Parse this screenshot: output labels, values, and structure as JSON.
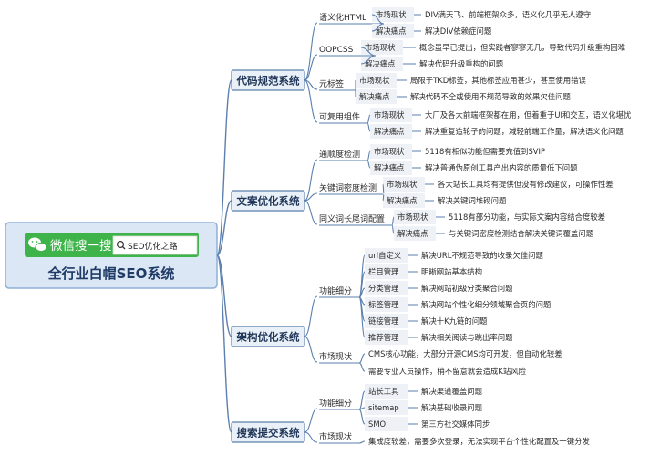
{
  "colors": {
    "branch_stroke": "#5b7fae",
    "node_fill": "#e9f0f8",
    "node_stroke": "#5b7fae",
    "leaf_fill": "#eef2f7",
    "wechat_green": "#3db34a",
    "root_fill": "#dbe7f5",
    "root_stroke": "#8fb0d6"
  },
  "root": {
    "wechat_label": "微信搜一搜",
    "search_text": "SEO优化之路",
    "title": "全行业白帽SEO系统",
    "wechat_icon": "wechat-icon",
    "search_icon": "search-icon"
  },
  "branches": [
    {
      "label": "代码规范系统",
      "subs": [
        {
          "label": "语义化HTML",
          "rows": [
            [
              "市场现状",
              "DIV满天飞、前端框架众多，语义化几乎无人遵守"
            ],
            [
              "解决痛点",
              "解决DIV依赖症问题"
            ]
          ]
        },
        {
          "label": "OOPCSS",
          "rows": [
            [
              "市场现状",
              "概念虽早已提出，但实践者寥寥无几，导致代码升级重构困难"
            ],
            [
              "解决痛点",
              "解决代码升级重构的问题"
            ]
          ]
        },
        {
          "label": "元标签",
          "rows": [
            [
              "市场现状",
              "局限于TKD标签，其他标签应用甚少，甚至使用错误"
            ],
            [
              "解决痛点",
              "解决代码不全或使用不规范导致的效果欠佳问题"
            ]
          ]
        },
        {
          "label": "可复用组件",
          "rows": [
            [
              "市场现状",
              "大厂及各大前端框架都在用，但着重于UI和交互，语义化堪忧"
            ],
            [
              "解决痛点",
              "解决重复造轮子的问题，减轻前端工作量，解决语义化问题"
            ]
          ]
        }
      ]
    },
    {
      "label": "文案优化系统",
      "subs": [
        {
          "label": "通顺度检测",
          "rows": [
            [
              "市场现状",
              "5118有相似功能但需要充值到SVIP"
            ],
            [
              "解决痛点",
              "解决普通伪原创工具产出内容的质量低下问题"
            ]
          ]
        },
        {
          "label": "关键词密度检测",
          "rows": [
            [
              "市场现状",
              "各大站长工具均有提供但没有修改建议，可操作性差"
            ],
            [
              "解决痛点",
              "解决关键词堆砌问题"
            ]
          ]
        },
        {
          "label": "同义词长尾词配置",
          "rows": [
            [
              "市场现状",
              "5118有部分功能，与实际文案内容结合度较差"
            ],
            [
              "解决痛点",
              "与关键词密度检测结合解决关键词覆盖问题"
            ]
          ]
        }
      ]
    },
    {
      "label": "架构优化系统",
      "subs": [
        {
          "label": "功能细分",
          "rows": [
            [
              "url自定义",
              "解决URL不规范导致的收录欠佳问题"
            ],
            [
              "栏目管理",
              "明晰网站基本结构"
            ],
            [
              "分类管理",
              "解决网站初级分类聚合问题"
            ],
            [
              "标签管理",
              "解决网站个性化细分领域聚合页的问题"
            ],
            [
              "链接管理",
              "解决十K九链的问题"
            ],
            [
              "推荐管理",
              "解决相关阅读与跳出率问题"
            ]
          ]
        },
        {
          "label": "市场现状",
          "rows": [
            [
              "CMS核心功能，大部分开源CMS均可开发，但自动化较差"
            ],
            [
              "需要专业人员操作，稍不留意就会造成K站风险"
            ]
          ]
        }
      ]
    },
    {
      "label": "搜索提交系统",
      "subs": [
        {
          "label": "功能细分",
          "rows": [
            [
              "站长工具",
              "解决渠道覆盖问题"
            ],
            [
              "sitemap",
              "解决基础收录问题"
            ],
            [
              "SMO",
              "第三方社交媒体同步"
            ]
          ]
        },
        {
          "label": "市场现状",
          "rows": [
            [
              "集成度较差，需要多次登录，无法实现平台个性化配置及一键分发"
            ]
          ]
        }
      ]
    }
  ]
}
